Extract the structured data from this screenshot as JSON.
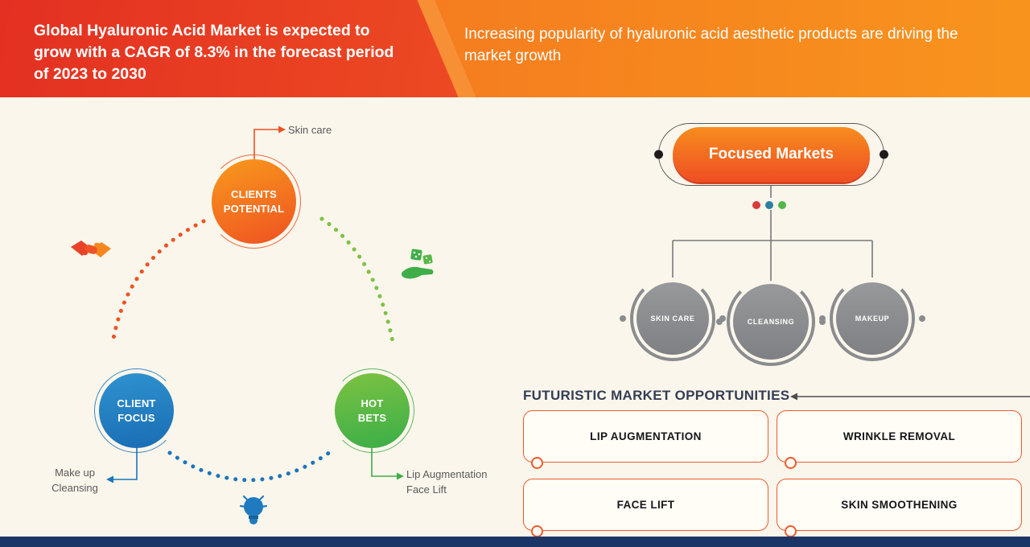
{
  "colors": {
    "header_red": "#e33022",
    "header_orange": "#f58220",
    "background_cream": "#fbf6eb",
    "accent_orange": "#ef5122",
    "accent_blue": "#1b75bc",
    "accent_green": "#3fae49",
    "gray_circle": "#8a8c8f",
    "navy_bar": "#1b3566",
    "box_border_orange": "#ee5b2b"
  },
  "header": {
    "title": "Global Hyaluronic Acid Market is expected to grow with a CAGR of 8.3% in the forecast period of 2023 to 2030",
    "subtitle": "Increasing popularity of hyaluronic acid aesthetic products are driving the market growth"
  },
  "cycle": {
    "clients_potential": {
      "label": "CLIENTS POTENTIAL",
      "callout": "Skin care"
    },
    "client_focus": {
      "label": "CLIENT FOCUS",
      "callout": "Make up\nCleansing"
    },
    "hot_bets": {
      "label": "HOT BETS",
      "callout": "Lip Augmentation\nFace Lift"
    },
    "icons": [
      "handshake-icon",
      "dice-hand-icon",
      "lightbulb-icon"
    ]
  },
  "focused_markets": {
    "title": "Focused Markets",
    "items": [
      "SKIN CARE",
      "CLEANSING",
      "MAKEUP"
    ]
  },
  "opportunities": {
    "title": "FUTURISTIC MARKET OPPORTUNITIES",
    "items": [
      "LIP AUGMENTATION",
      "WRINKLE REMOVAL",
      "FACE LIFT",
      "SKIN SMOOTHENING"
    ]
  }
}
